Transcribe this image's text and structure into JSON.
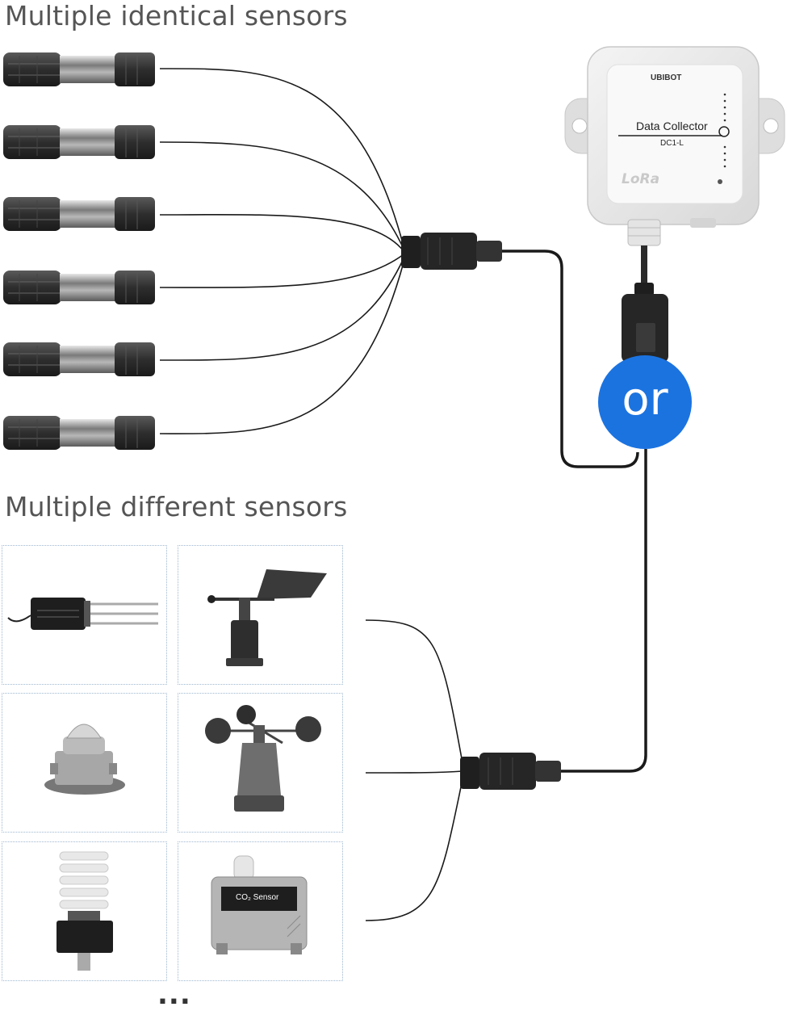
{
  "headings": {
    "identical": "Multiple identical sensors",
    "different": "Multiple different sensors"
  },
  "device": {
    "brand": "UBIBOT",
    "title": "Data Collector",
    "model": "DC1-L",
    "radio": "LoRa"
  },
  "or_badge": "or",
  "co2_label": "CO₂ Sensor",
  "ellipsis": "...",
  "sensor_cards": [
    {
      "icon": "soil-probe-sensor-icon"
    },
    {
      "icon": "wind-vane-sensor-icon"
    },
    {
      "icon": "solar-radiation-sensor-icon"
    },
    {
      "icon": "anemometer-sensor-icon"
    },
    {
      "icon": "weather-shield-sensor-icon"
    },
    {
      "icon": "co2-sensor-icon"
    }
  ],
  "colors": {
    "accent": "#1b73e0",
    "cable": "#1a1a1a",
    "heading": "#555555"
  }
}
